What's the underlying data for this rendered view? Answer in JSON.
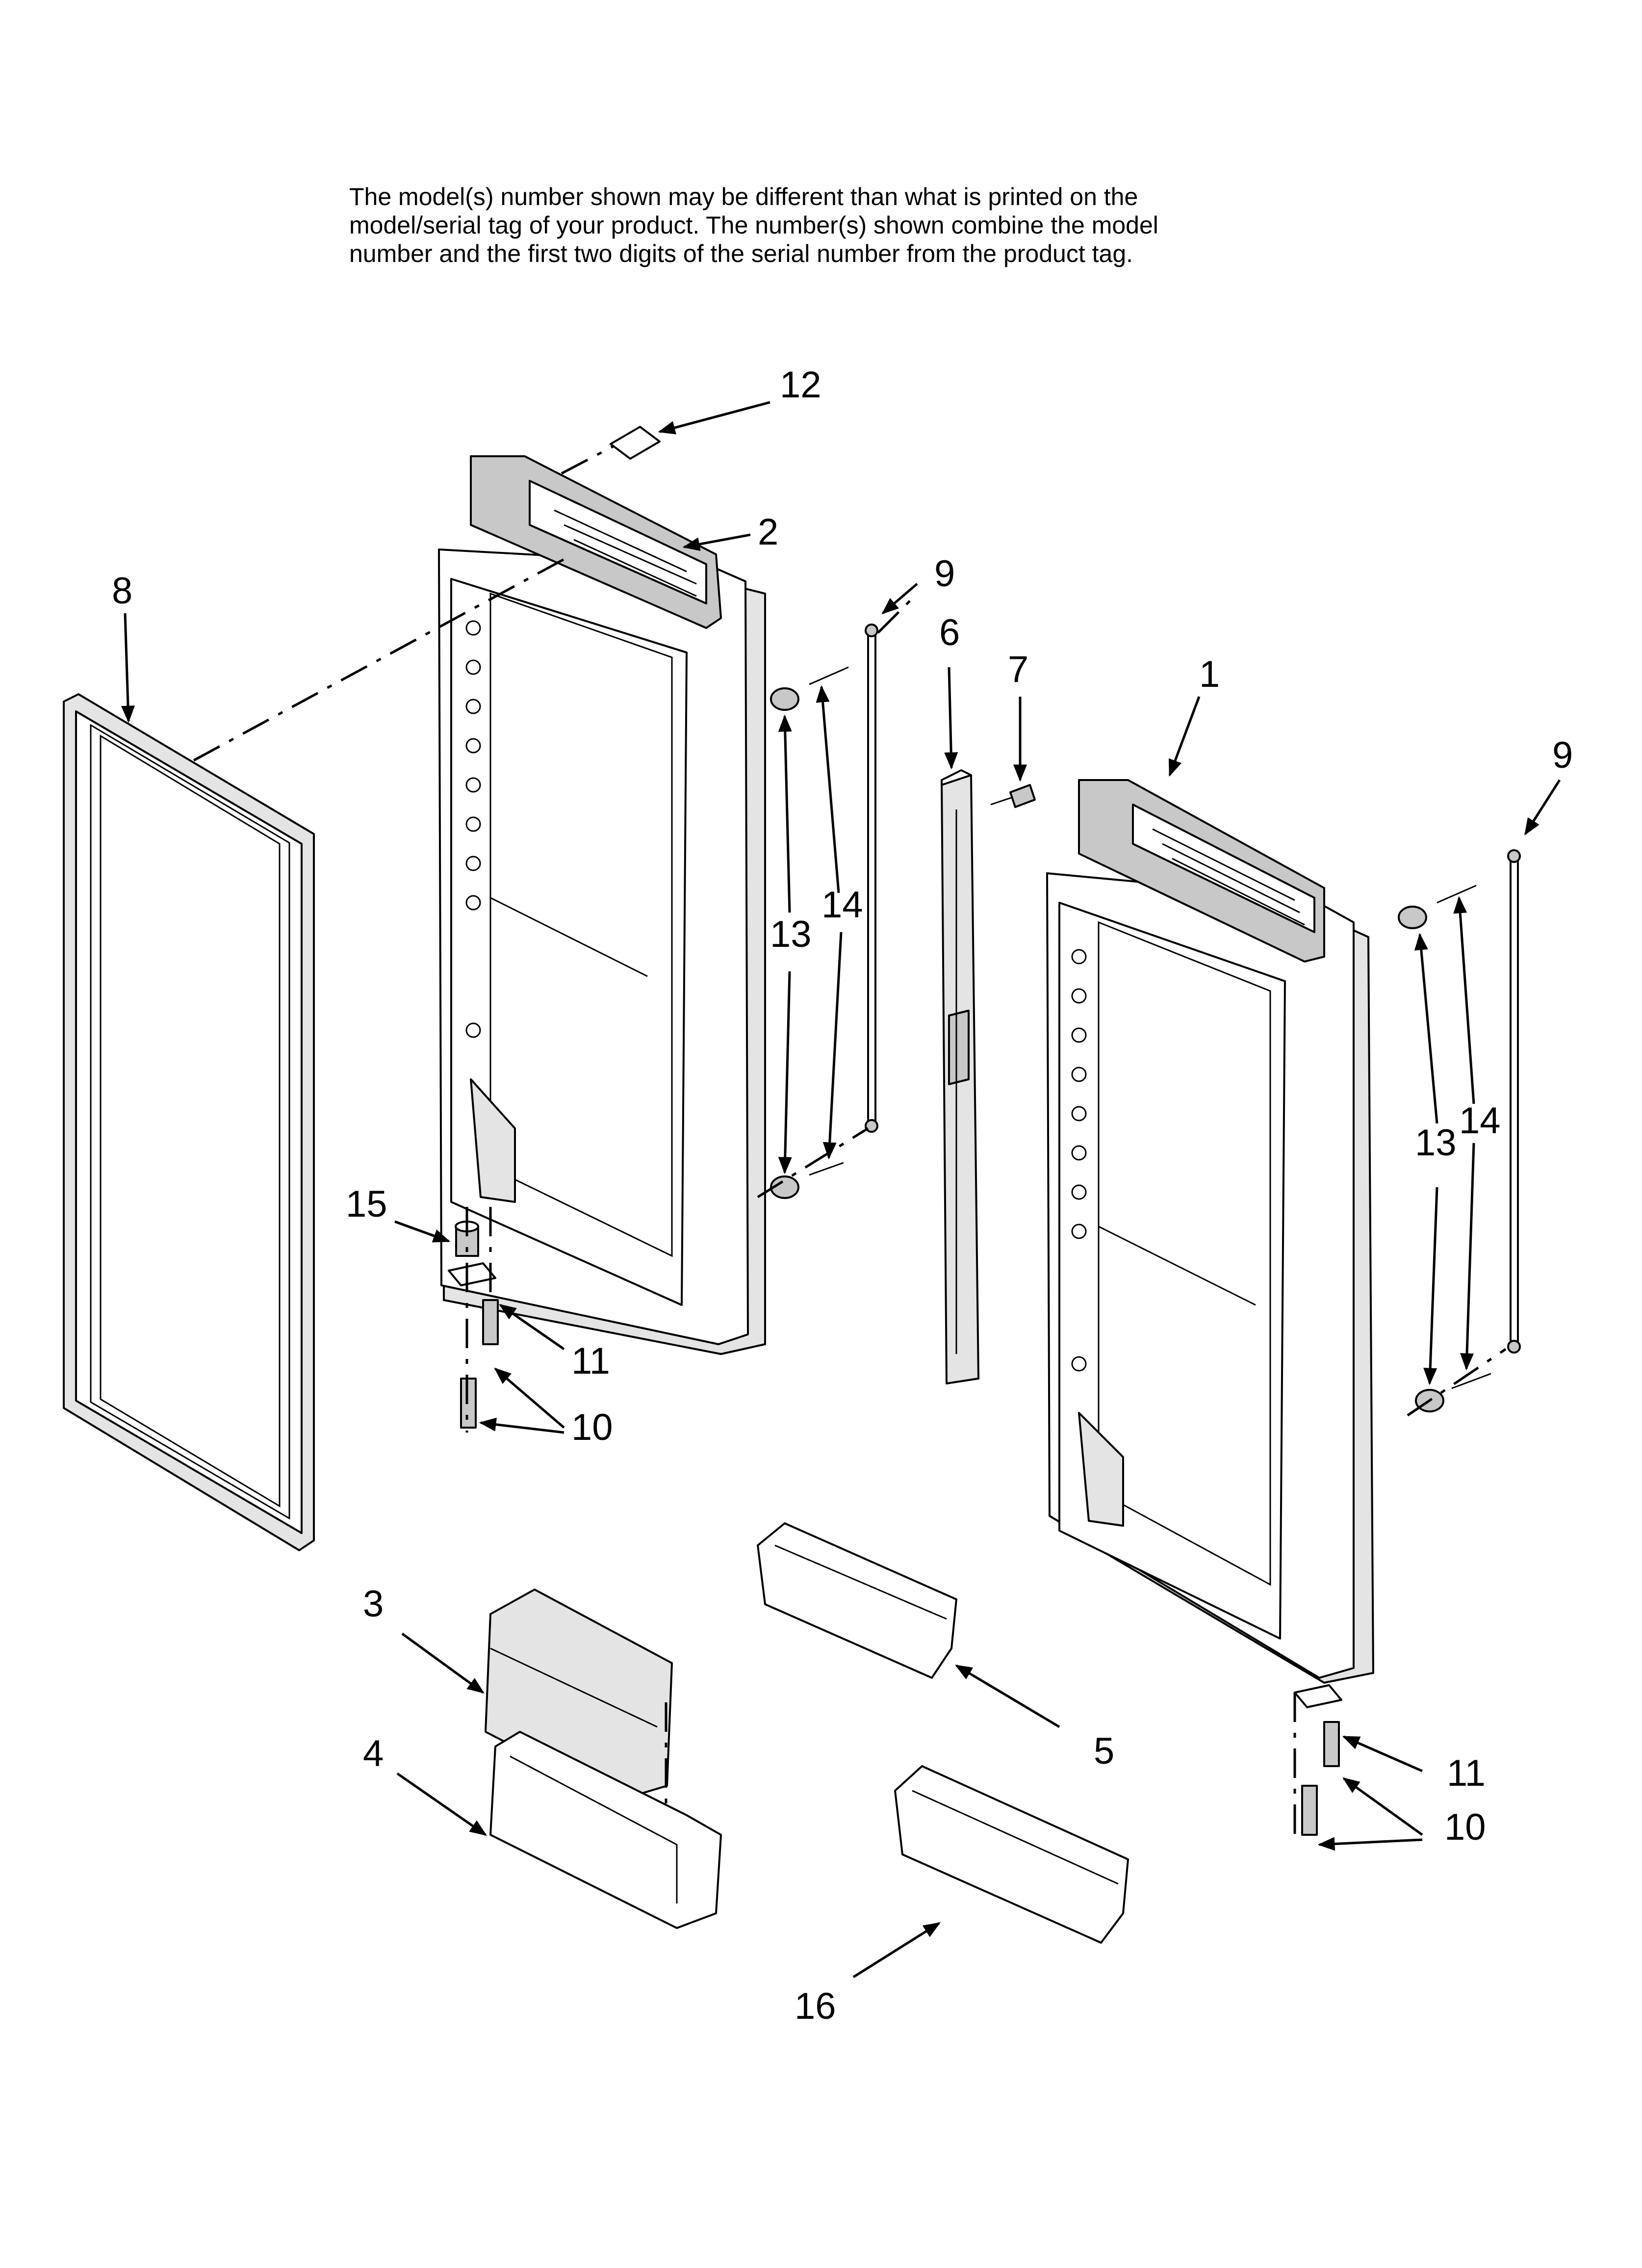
{
  "notice": {
    "line1": "The model(s) number shown may be different than what is printed on the",
    "line2": "model/serial tag of your product. The number(s) shown combine the model",
    "line3": "number and the first two digits of the serial number from the product tag."
  },
  "callouts": {
    "c1": "1",
    "c2": "2",
    "c3": "3",
    "c4": "4",
    "c5": "5",
    "c6": "6",
    "c7": "7",
    "c8": "8",
    "c9a": "9",
    "c9b": "9",
    "c10a": "10",
    "c10b": "10",
    "c11a": "11",
    "c11b": "11",
    "c12": "12",
    "c13a": "13",
    "c13b": "13",
    "c14a": "14",
    "c14b": "14",
    "c15": "15",
    "c16": "16"
  }
}
